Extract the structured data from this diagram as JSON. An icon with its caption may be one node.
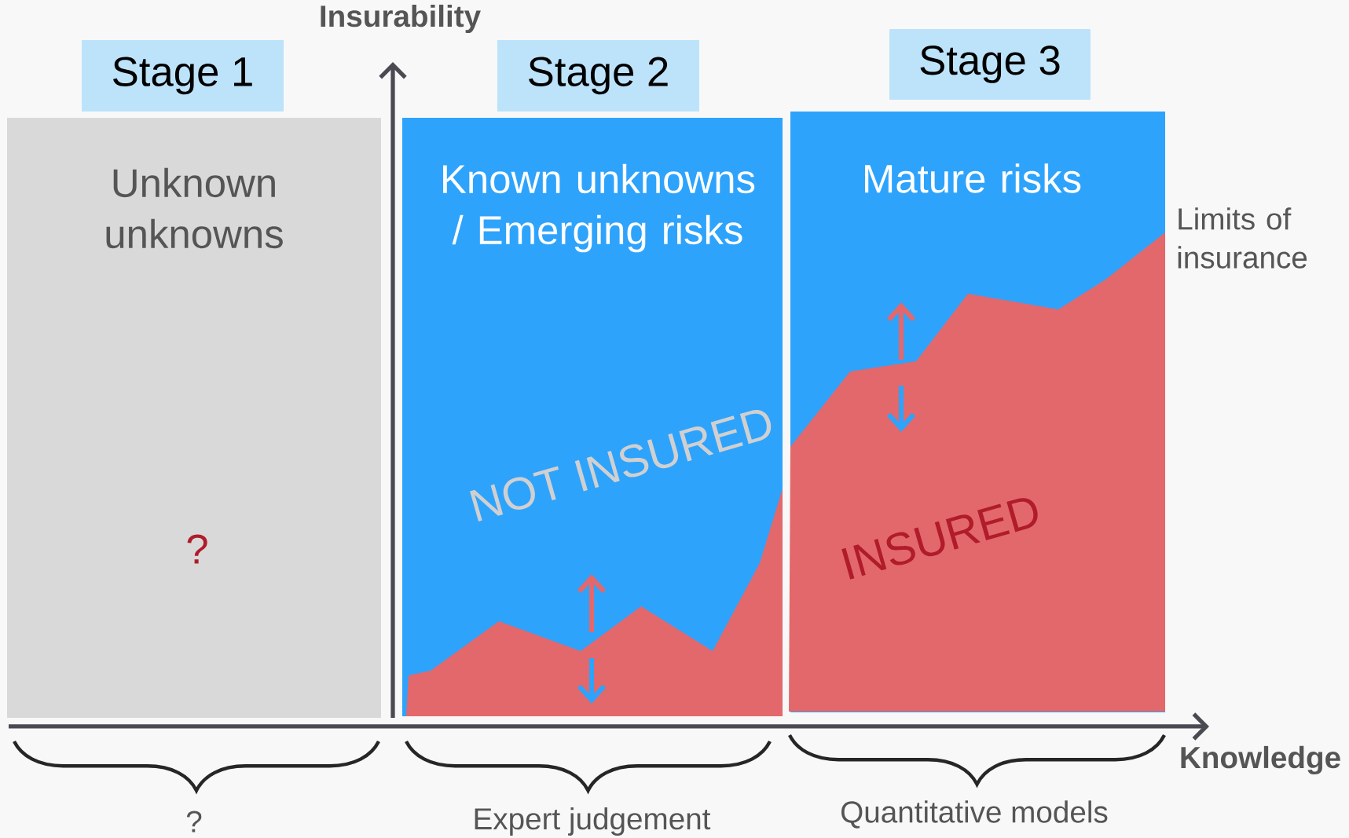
{
  "diagram": {
    "nodes": [
      {
        "text": [
          "Stage 1"
        ]
      },
      {
        "text": [
          "Unknown unknowns",
          "?"
        ]
      },
      {
        "text": [
          "Stage 2"
        ]
      },
      {
        "text": [
          "Known unknowns / Emerging risks",
          "NOT INSURED"
        ]
      },
      {
        "text": [
          "Stage 3"
        ]
      },
      {
        "text": [
          "Mature risks",
          "INSURED"
        ]
      }
    ],
    "edges": [],
    "labels": [
      "Insurability",
      "Limits of insurance",
      "Knowledge",
      "?",
      "Expert judgement",
      "Quantitative models"
    ]
  }
}
